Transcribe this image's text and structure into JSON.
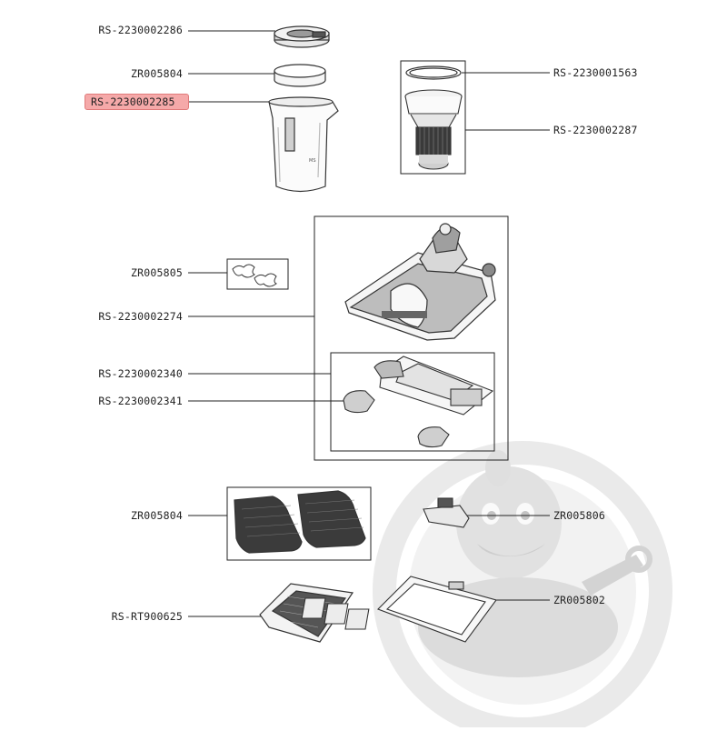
{
  "colors": {
    "highlight": "#f5a9a9",
    "watermark": "#e6e6e6",
    "line": "#222222"
  },
  "labels": {
    "p1": "RS-2230002286",
    "p2": "ZR005804",
    "p3": "RS-2230002285",
    "p4": "RS-2230001563",
    "p5": "RS-2230002287",
    "p6": "ZR005805",
    "p7": "RS-2230002274",
    "p8": "RS-2230002340",
    "p9": "RS-2230002341",
    "p10": "ZR005804",
    "p11": "ZR005806",
    "p12": "RS-RT900625",
    "p13": "ZR005802"
  },
  "highlighted_part": "RS-2230002285",
  "icons": [
    "dust-container-lid",
    "filter-ring",
    "dust-container",
    "seal-ring",
    "cyclone-filter",
    "felt-pads",
    "floor-nozzle",
    "mop-plate",
    "clip",
    "microfibre-mops",
    "connector",
    "brush-tray",
    "water-tank",
    "watermark-duck-logo"
  ]
}
